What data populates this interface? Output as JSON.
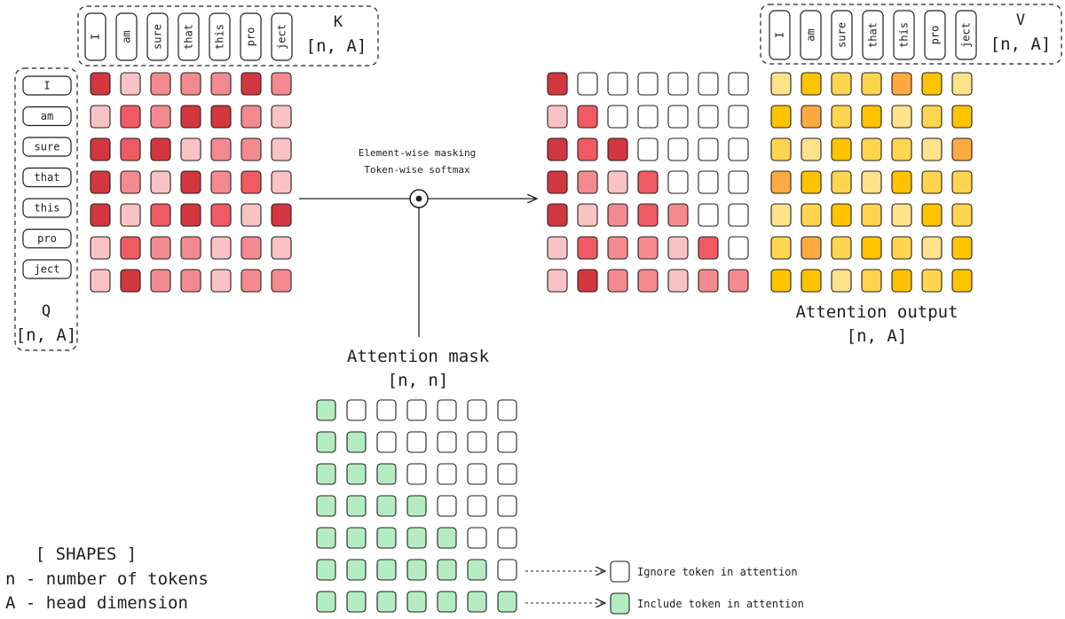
{
  "tokens": [
    "I",
    "am",
    "sure",
    "that",
    "this",
    "pro",
    "ject"
  ],
  "labels": {
    "k_title": "K",
    "k_shape": "[n, A]",
    "v_title": "V",
    "v_shape": "[n, A]",
    "q_title": "Q",
    "q_shape": "[n, A]",
    "op_line1": "Element-wise masking",
    "op_line2": "Token-wise softmax",
    "output_title": "Attention output",
    "output_shape": "[n, A]",
    "mask_title": "Attention mask",
    "mask_shape": "[n, n]"
  },
  "legend": {
    "shapes_title": "[ SHAPES ]",
    "n_def": "n - number of tokens",
    "a_def": "A - head dimension",
    "ignore_label": "Ignore token in attention",
    "include_label": "Include token in attention"
  },
  "colors": {
    "red_dark": "#d2373f",
    "red_mid": "#f05a62",
    "red_light": "#f28a8f",
    "red_pale": "#f9c2c4",
    "yellow_1": "#ffc300",
    "yellow_2": "#ffd54f",
    "yellow_3": "#ffe28a",
    "orange": "#ffaa40",
    "green": "#b4ecc1",
    "empty": "#ffffff"
  },
  "scores": [
    [
      "red_dark",
      "red_pale",
      "red_light",
      "red_light",
      "red_light",
      "red_dark",
      "red_light"
    ],
    [
      "red_pale",
      "red_mid",
      "red_light",
      "red_dark",
      "red_dark",
      "red_light",
      "red_pale"
    ],
    [
      "red_dark",
      "red_mid",
      "red_dark",
      "red_pale",
      "red_light",
      "red_light",
      "red_pale"
    ],
    [
      "red_dark",
      "red_light",
      "red_pale",
      "red_dark",
      "red_light",
      "red_mid",
      "red_pale"
    ],
    [
      "red_dark",
      "red_pale",
      "red_mid",
      "red_dark",
      "red_mid",
      "red_pale",
      "red_dark"
    ],
    [
      "red_pale",
      "red_mid",
      "red_light",
      "red_light",
      "red_pale",
      "red_light",
      "red_pale"
    ],
    [
      "red_pale",
      "red_dark",
      "red_light",
      "red_light",
      "red_pale",
      "red_light",
      "red_light"
    ]
  ],
  "masked": [
    [
      "red_dark",
      "empty",
      "empty",
      "empty",
      "empty",
      "empty",
      "empty"
    ],
    [
      "red_pale",
      "red_mid",
      "empty",
      "empty",
      "empty",
      "empty",
      "empty"
    ],
    [
      "red_dark",
      "red_mid",
      "red_dark",
      "empty",
      "empty",
      "empty",
      "empty"
    ],
    [
      "red_dark",
      "red_light",
      "red_pale",
      "red_mid",
      "empty",
      "empty",
      "empty"
    ],
    [
      "red_dark",
      "red_pale",
      "red_light",
      "red_mid",
      "red_light",
      "empty",
      "empty"
    ],
    [
      "red_pale",
      "red_mid",
      "red_light",
      "red_light",
      "red_pale",
      "red_mid",
      "empty"
    ],
    [
      "red_pale",
      "red_dark",
      "red_light",
      "red_light",
      "red_pale",
      "red_light",
      "red_light"
    ]
  ],
  "output": [
    [
      "yellow_3",
      "yellow_1",
      "yellow_2",
      "yellow_2",
      "orange",
      "yellow_1",
      "yellow_3"
    ],
    [
      "yellow_1",
      "orange",
      "yellow_2",
      "yellow_1",
      "yellow_3",
      "yellow_2",
      "yellow_1"
    ],
    [
      "yellow_2",
      "yellow_3",
      "yellow_1",
      "yellow_2",
      "yellow_2",
      "yellow_3",
      "orange"
    ],
    [
      "orange",
      "yellow_1",
      "yellow_2",
      "yellow_3",
      "yellow_1",
      "yellow_2",
      "yellow_2"
    ],
    [
      "yellow_3",
      "yellow_2",
      "yellow_1",
      "yellow_2",
      "yellow_3",
      "yellow_1",
      "yellow_2"
    ],
    [
      "yellow_2",
      "orange",
      "yellow_2",
      "yellow_1",
      "yellow_2",
      "yellow_3",
      "yellow_1"
    ],
    [
      "yellow_1",
      "yellow_1",
      "yellow_3",
      "yellow_2",
      "yellow_1",
      "yellow_2",
      "yellow_1"
    ]
  ],
  "mask": [
    [
      1,
      0,
      0,
      0,
      0,
      0,
      0
    ],
    [
      1,
      1,
      0,
      0,
      0,
      0,
      0
    ],
    [
      1,
      1,
      1,
      0,
      0,
      0,
      0
    ],
    [
      1,
      1,
      1,
      1,
      0,
      0,
      0
    ],
    [
      1,
      1,
      1,
      1,
      1,
      0,
      0
    ],
    [
      1,
      1,
      1,
      1,
      1,
      1,
      0
    ],
    [
      1,
      1,
      1,
      1,
      1,
      1,
      1
    ]
  ]
}
